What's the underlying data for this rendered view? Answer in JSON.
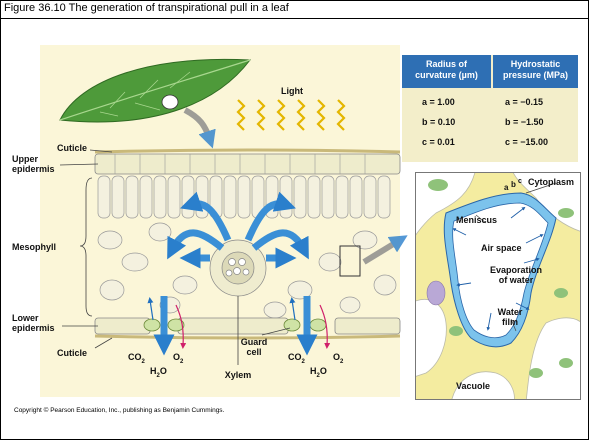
{
  "title": "Figure 36.10  The generation of transpirational pull in a leaf",
  "copyright": "Copyright © Pearson Education, Inc., publishing as Benjamin Cummings.",
  "labels": {
    "light": "Light",
    "cuticle_top": "Cuticle",
    "upper_epidermis_1": "Upper",
    "upper_epidermis_2": "epidermis",
    "mesophyll": "Mesophyll",
    "lower_epidermis_1": "Lower",
    "lower_epidermis_2": "epidermis",
    "cuticle_bottom": "Cuticle",
    "guard_cell_1": "Guard",
    "guard_cell_2": "cell",
    "xylem": "Xylem",
    "co2_left": "CO",
    "co2_left_sub": "2",
    "o2_left": "O",
    "o2_left_sub": "2",
    "h2o_left": "H",
    "h2o_left_sub": "2",
    "h2o_left_o": "O",
    "co2_right": "CO",
    "co2_right_sub": "2",
    "o2_right": "O",
    "o2_right_sub": "2",
    "h2o_right": "H",
    "h2o_right_sub": "2",
    "h2o_right_o": "O"
  },
  "table": {
    "col1_header_1": "Radius of",
    "col1_header_2": "curvature (µm)",
    "col2_header_1": "Hydrostatic",
    "col2_header_2": "pressure (MPa)",
    "rows": [
      {
        "radius": "a = 1.00",
        "pressure": "a =  −0.15"
      },
      {
        "radius": "b = 0.10",
        "pressure": "b =  −1.50"
      },
      {
        "radius": "c = 0.01",
        "pressure": "c = −15.00"
      }
    ]
  },
  "inset": {
    "cytoplasm": "Cytoplasm",
    "meniscus": "Meniscus",
    "air_space": "Air space",
    "evaporation_1": "Evaporation",
    "evaporation_2": "of water",
    "water_film_1": "Water",
    "water_film_2": "film",
    "vacuole": "Vacuole",
    "a": "a",
    "b": "b",
    "c": "c"
  },
  "colors": {
    "table_header": "#2e6fb4",
    "scene_background": "#fbf6d8",
    "arrow_blue": "#3a8fd6",
    "leaf_green": "#4e9a3a",
    "light_yellow": "#f2d21b",
    "water_blue": "#7cc3ec",
    "cell_yellow": "#f4eca0"
  }
}
